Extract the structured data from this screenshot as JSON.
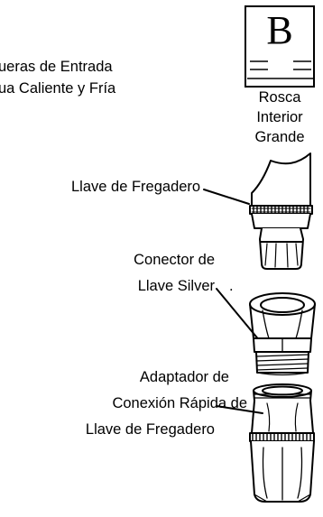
{
  "intro": {
    "line1": "ueras de Entrada",
    "line2": "ua Caliente y Fría"
  },
  "badge": {
    "letter": "B",
    "caption_line1": "Rosca",
    "caption_line2": "Interior",
    "caption_line3": "Grande"
  },
  "labels": {
    "faucet": "Llave de Fregadero",
    "connector_line1": "Conector de",
    "connector_line2": "Llave Silver",
    "adapter_line1": "Adaptador de",
    "adapter_line2": "Conexión Rápida de",
    "adapter_line3": "Llave de Fregadero"
  },
  "stray_mark": "."
}
